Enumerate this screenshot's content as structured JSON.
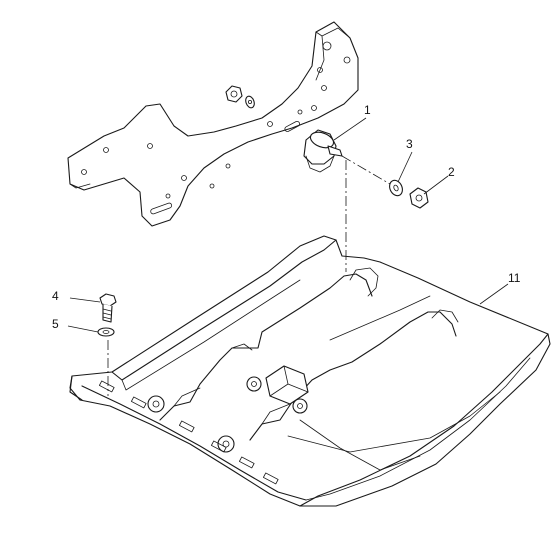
{
  "diagram": {
    "callouts": [
      {
        "label": "1"
      },
      {
        "label": "2"
      },
      {
        "label": "3"
      },
      {
        "label": "4"
      },
      {
        "label": "5"
      },
      {
        "label": "11"
      }
    ]
  }
}
